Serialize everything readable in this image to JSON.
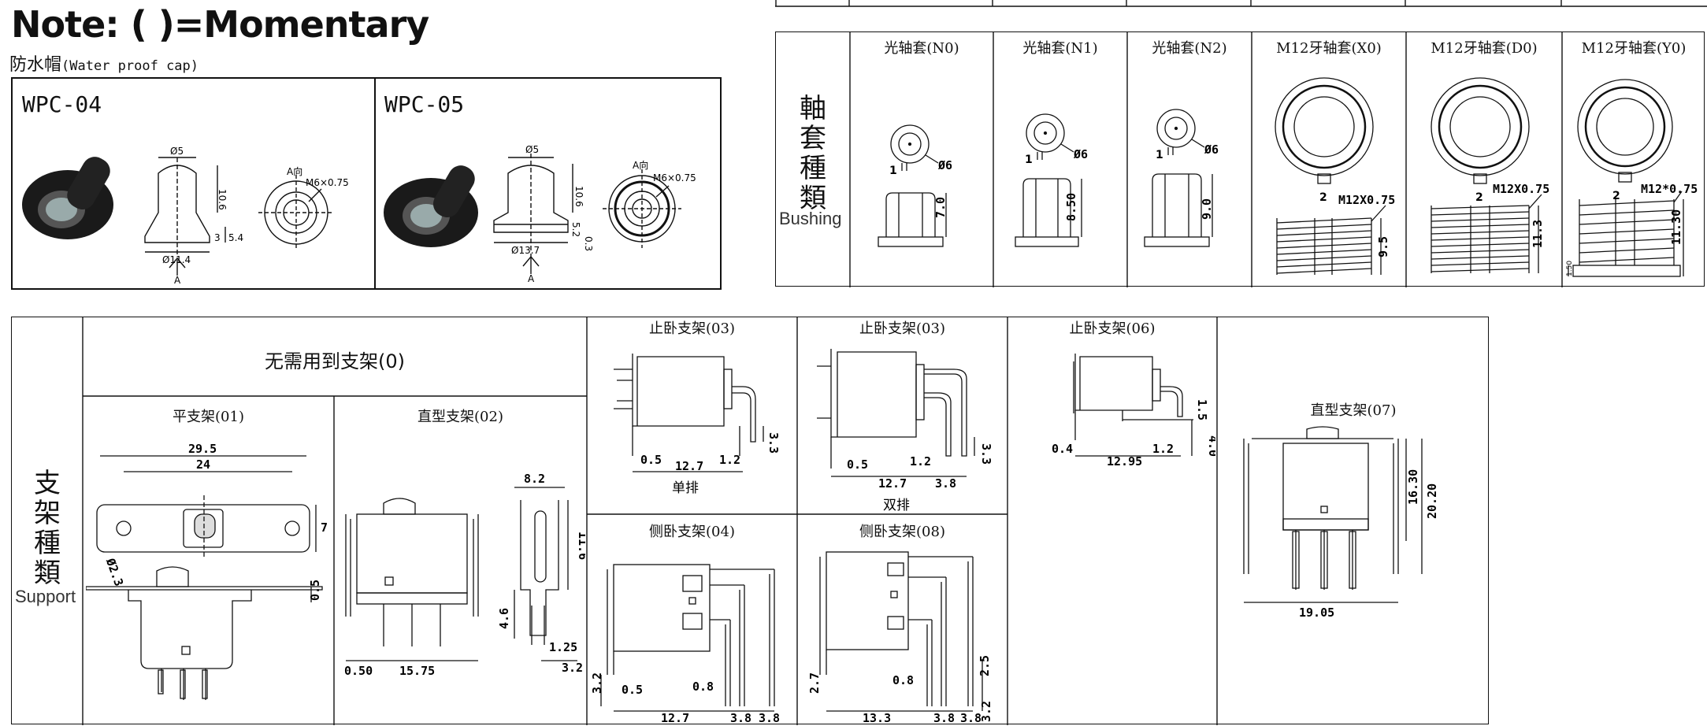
{
  "note": "Note: ( )=Momentary",
  "cap": {
    "title_cn": "防水帽",
    "title_en": "(Water proof cap)",
    "items": [
      {
        "model": "WPC-04",
        "d_top": "Ø5",
        "h": "10.6",
        "d_base": "Ø11.4",
        "h2": "5.4",
        "h3": "3",
        "view": "A向",
        "thread": "M6×0.75",
        "arrow": "A"
      },
      {
        "model": "WPC-05",
        "d_top": "Ø5",
        "h": "10.6",
        "d_base": "Ø13.7",
        "h2": "5.2",
        "h3": "0.3",
        "view": "A向",
        "thread": "M6×0.75",
        "arrow": "A"
      }
    ]
  },
  "bushing": {
    "label_cn": [
      "軸",
      "套",
      "種",
      "類"
    ],
    "label_en": "Bushing",
    "columns": [
      {
        "name": "光轴套(N0)",
        "dia": "Ø6",
        "key": "1",
        "height": "7.0"
      },
      {
        "name": "光轴套(N1)",
        "dia": "Ø6",
        "key": "1",
        "height": "8.50"
      },
      {
        "name": "光轴套(N2)",
        "dia": "Ø6",
        "key": "1",
        "height": "9.0"
      },
      {
        "name": "M12牙轴套(X0)",
        "thread": "M12X0.75",
        "key": "2",
        "height": "9.5"
      },
      {
        "name": "M12牙轴套(D0)",
        "thread": "M12X0.75",
        "key": "2",
        "height": "11.3"
      },
      {
        "name": "M12牙轴套(Y0)",
        "thread": "M12*0.75",
        "key": "2",
        "height": "11.30",
        "extra": "1.50"
      }
    ]
  },
  "support": {
    "label_cn": [
      "支",
      "架",
      "種",
      "類"
    ],
    "label_en": "Support",
    "none": "无需用到支架(0)",
    "flat": {
      "name": "平支架(01)",
      "w1": "29.5",
      "w2": "24",
      "h": "7",
      "hole": "Ø2.3",
      "t": "0.5"
    },
    "straight02": {
      "name": "直型支架(02)",
      "w": "8.2",
      "h": "11.6",
      "p": "0.50",
      "span": "15.75",
      "h2": "4.6",
      "d1": "1.25",
      "d2": "3.2"
    },
    "hor03a": {
      "name": "止卧支架(03)",
      "a": "0.5",
      "b": "1.2",
      "h": "3.3",
      "span": "12.7",
      "caption": "单排"
    },
    "hor03b": {
      "name": "止卧支架(03)",
      "a": "0.5",
      "b": "1.2",
      "span": "12.7",
      "c": "3.8",
      "h": "3.3",
      "caption": "双排"
    },
    "hor06": {
      "name": "止卧支架(06)",
      "a": "0.4",
      "b": "1.2",
      "span": "12.95",
      "h1": "1.5",
      "h2": "4.0"
    },
    "side04": {
      "name": "侧卧支架(04)",
      "h": "3.2",
      "a": "0.5",
      "b": "0.8",
      "span": "12.7",
      "c1": "3.8",
      "c2": "3.8"
    },
    "side08": {
      "name": "侧卧支架(08)",
      "h": "2.7",
      "b": "0.8",
      "span": "13.3",
      "c1": "3.8",
      "c2": "3.8",
      "v1": "2.5",
      "v2": "3.2"
    },
    "straight07": {
      "name": "直型支架(07)",
      "h1": "16.30",
      "h2": "20.20",
      "span": "19.05"
    }
  }
}
